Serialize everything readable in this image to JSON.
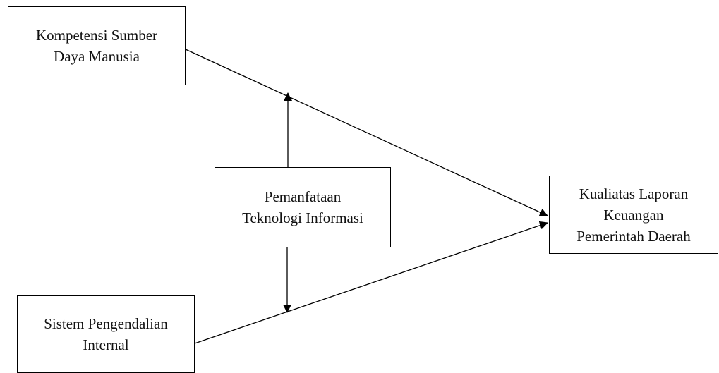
{
  "diagram": {
    "nodes": {
      "competence": {
        "line1": "Kompetensi Sumber",
        "line2": "Daya Manusia"
      },
      "it_utilization": {
        "line1": "Pemanfataan",
        "line2": "Teknologi Informasi"
      },
      "report_quality": {
        "line1": "Kualiatas Laporan",
        "line2": "Keuangan",
        "line3": "Pemerintah Daerah"
      },
      "internal_control": {
        "line1": "Sistem Pengendalian",
        "line2": "Internal"
      }
    },
    "edges": [
      {
        "from": "competence",
        "to": "report_quality",
        "arrow": true
      },
      {
        "from": "internal_control",
        "to": "report_quality",
        "arrow": true
      },
      {
        "from": "it_utilization",
        "to": "competence-edge",
        "arrow": true,
        "note": "moderating"
      },
      {
        "from": "it_utilization",
        "to": "internal_control-edge",
        "arrow": true,
        "note": "moderating"
      }
    ],
    "colors": {
      "stroke": "#000000",
      "text": "#111111"
    }
  }
}
